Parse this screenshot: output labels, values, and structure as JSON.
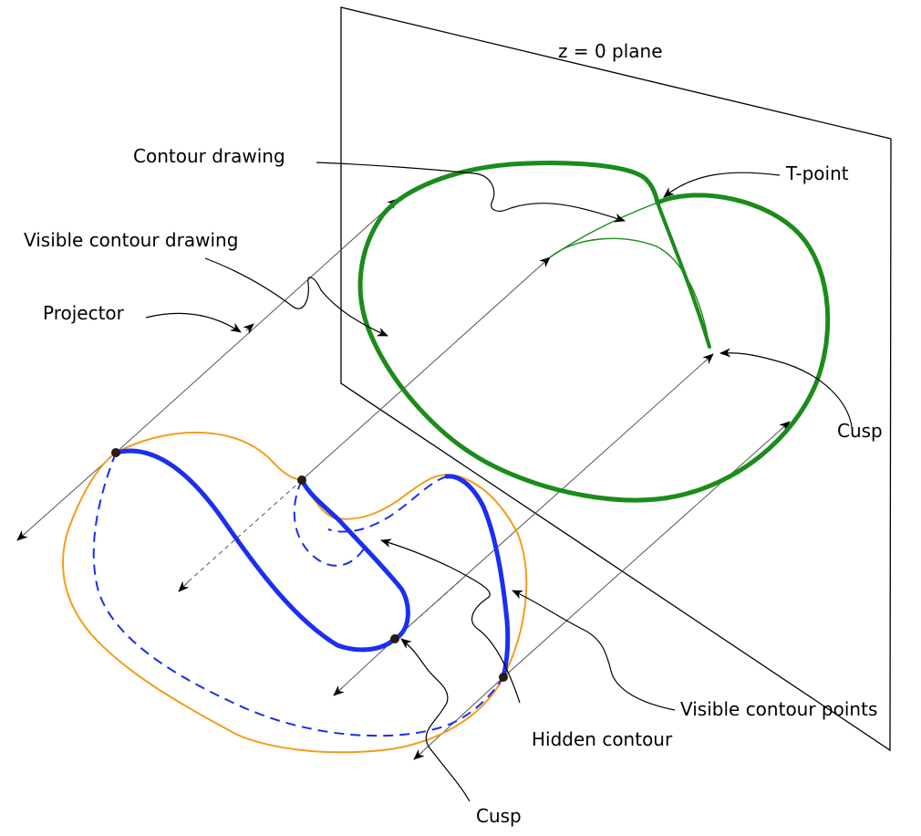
{
  "diagram": {
    "labels": {
      "plane": "z = 0 plane",
      "contour_drawing": "Contour drawing",
      "t_point": "T-point",
      "visible_contour_drawing": "Visible contour drawing",
      "projector": "Projector",
      "cusp_right": "Cusp",
      "visible_contour_points": "Visible contour points",
      "hidden_contour": "Hidden contour",
      "cusp_bottom": "Cusp"
    },
    "colors": {
      "surface_outline": "#f39c1f",
      "contour": "#1a2ff0",
      "contour_drawing": "#1a8c1a",
      "lines": "#000000",
      "projector": "#555555",
      "points": "#2a1a10"
    }
  }
}
